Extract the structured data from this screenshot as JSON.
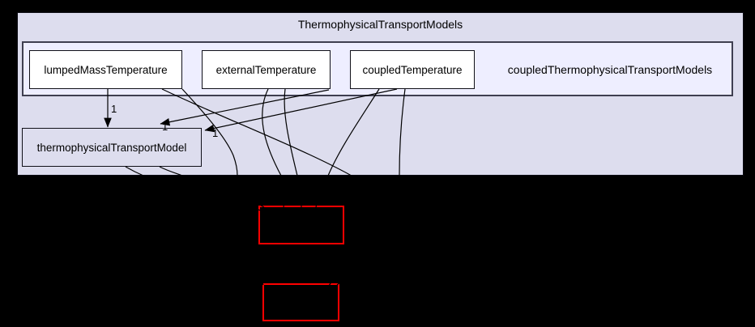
{
  "background_color": "#000000",
  "diagram": {
    "outer_cluster": {
      "label": "ThermophysicalTransportModels",
      "fill": "#ddddee"
    },
    "inner_cluster": {
      "label": "coupledThermophysicalTransportModels",
      "fill": "#eeeeff"
    },
    "nodes": [
      {
        "label": "lumpedMassTemperature",
        "fill": "#ffffff"
      },
      {
        "label": "externalTemperature",
        "fill": "#ffffff"
      },
      {
        "label": "coupledTemperature",
        "fill": "#ffffff"
      },
      {
        "label": "thermophysicalTransportModel",
        "fill": "#ddddee"
      }
    ],
    "external_nodes": [
      {
        "label": "",
        "border_color": "#ff0000"
      },
      {
        "label": "",
        "border_color": "#ff0000"
      }
    ],
    "edges": [
      {
        "from": "lumpedMassTemperature",
        "to": "thermophysicalTransportModel",
        "label": "1"
      },
      {
        "from": "externalTemperature",
        "to": "thermophysicalTransportModel",
        "label": "1"
      },
      {
        "from": "coupledTemperature",
        "to": "thermophysicalTransportModel",
        "label": "1"
      }
    ],
    "edge_color": "#000000"
  }
}
